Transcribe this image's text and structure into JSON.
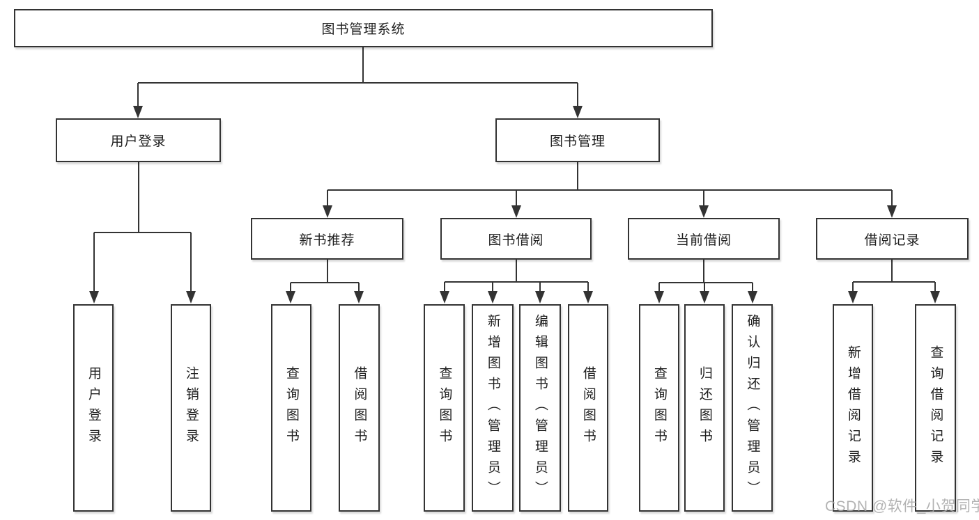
{
  "title": "图书管理系统",
  "watermark": "CSDN @软件_小贺同学",
  "colors": {
    "line": "#333333",
    "box_border": "#333333",
    "box_fill": "#ffffff",
    "text": "#1f1f1f",
    "background": "#ffffff",
    "watermark": "#aaaaaa"
  },
  "tree": {
    "label": "图书管理系统",
    "children": [
      {
        "label": "用户登录",
        "children": [
          {
            "label": "用户登录"
          },
          {
            "label": "注销登录"
          }
        ]
      },
      {
        "label": "图书管理",
        "children": [
          {
            "label": "新书推荐",
            "children": [
              {
                "label": "查询图书"
              },
              {
                "label": "借阅图书"
              }
            ]
          },
          {
            "label": "图书借阅",
            "children": [
              {
                "label": "查询图书"
              },
              {
                "label": "新增图书（管理员）"
              },
              {
                "label": "编辑图书（管理员）"
              },
              {
                "label": "借阅图书"
              }
            ]
          },
          {
            "label": "当前借阅",
            "children": [
              {
                "label": "查询图书"
              },
              {
                "label": "归还图书"
              },
              {
                "label": "确认归还（管理员）"
              }
            ]
          },
          {
            "label": "借阅记录",
            "children": [
              {
                "label": "新增借阅记录"
              },
              {
                "label": "查询借阅记录"
              }
            ]
          }
        ]
      }
    ]
  }
}
